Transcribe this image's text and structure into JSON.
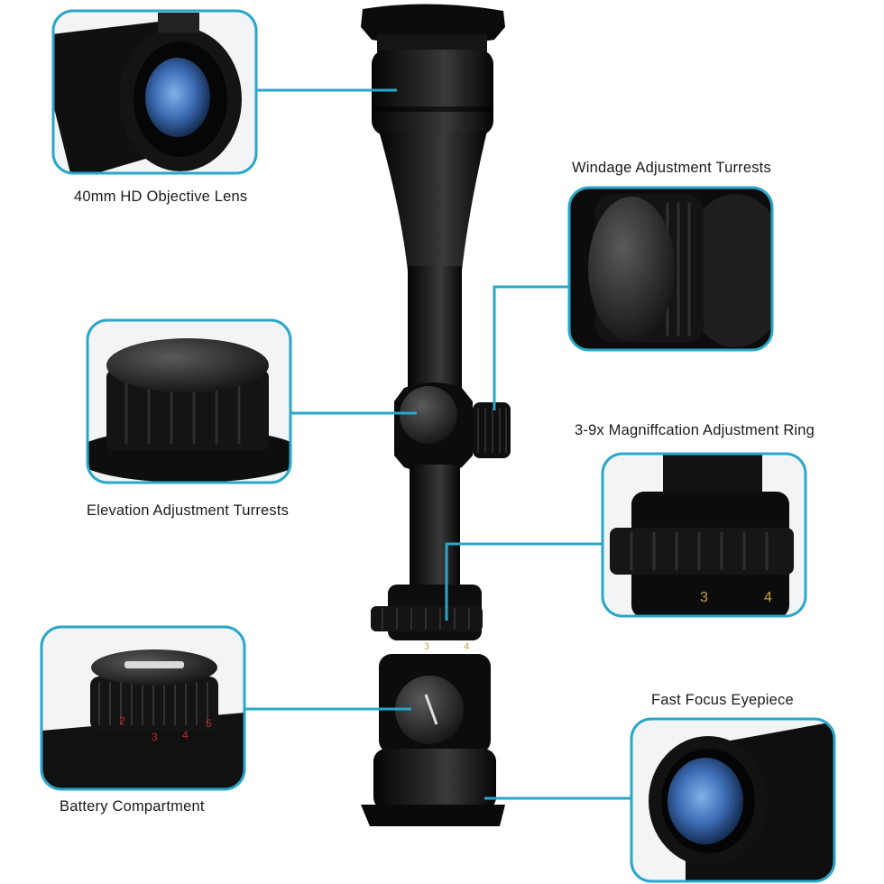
{
  "callouts": {
    "objective_lens": "40mm HD Objective Lens",
    "windage": "Windage Adjustment Turrests",
    "elevation": "Elevation Adjustment Turrests",
    "magnification": "3-9x Magniffcation Adjustment Ring",
    "battery": "Battery Compartment",
    "eyepiece": "Fast Focus Eyepiece"
  },
  "scope_markings": {
    "ring_mag_low": "3",
    "ring_mag_high": "4",
    "illumination_2": "2",
    "illumination_3": "3",
    "illumination_4": "4",
    "illumination_5": "5"
  },
  "colors": {
    "accent": "#2aa6c9",
    "body": "#111111",
    "mag_numerals": "#c9a24a",
    "illum_numerals": "#c02a2a",
    "lens_glass": "#3f6fb8"
  }
}
